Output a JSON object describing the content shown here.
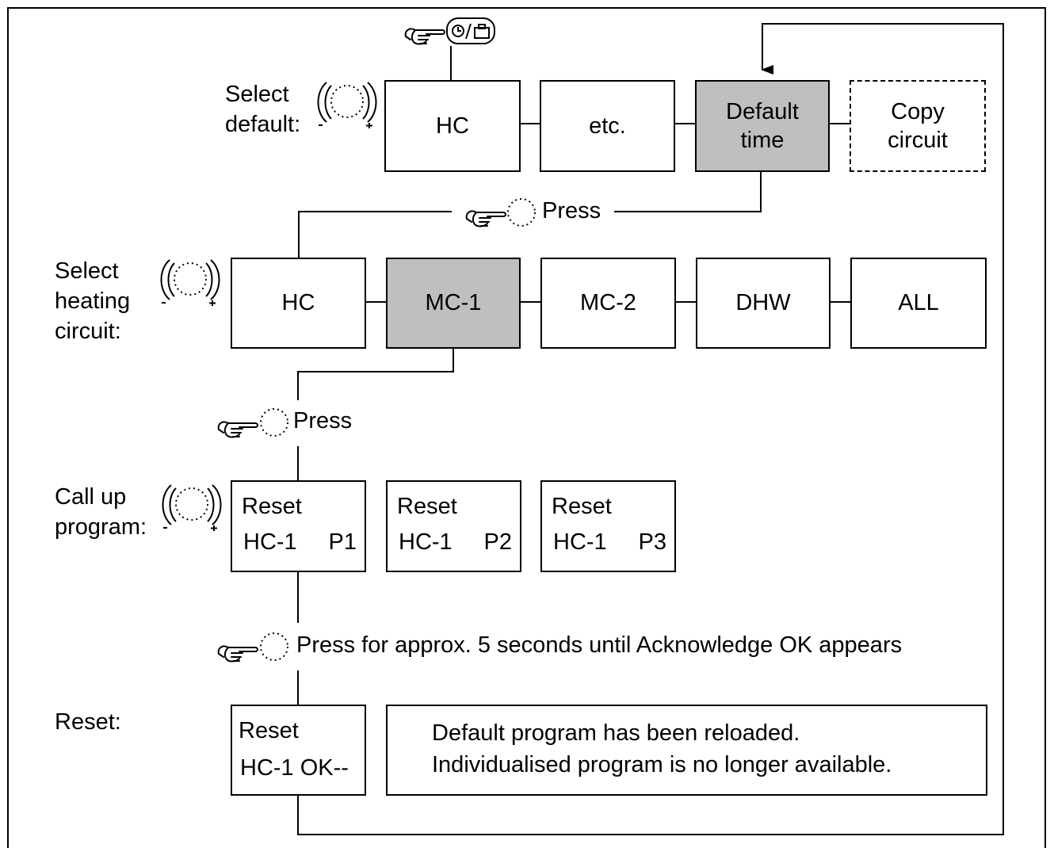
{
  "row1": {
    "label": "Select\ndefault:",
    "items": [
      "HC",
      "etc.",
      "Default\ntime",
      "Copy\ncircuit"
    ]
  },
  "press1": "Press",
  "row2": {
    "label": "Select\nheating\ncircuit:",
    "items": [
      "HC",
      "MC-1",
      "MC-2",
      "DHW",
      "ALL"
    ]
  },
  "press2": "Press",
  "row3": {
    "label": "Call up\nprogram:",
    "items": [
      {
        "line1": "Reset",
        "circuit": "HC-1",
        "program": "P1"
      },
      {
        "line1": "Reset",
        "circuit": "HC-1",
        "program": "P2"
      },
      {
        "line1": "Reset",
        "circuit": "HC-1",
        "program": "P3"
      }
    ]
  },
  "press3": "Press for approx. 5 seconds until Acknowledge OK appears",
  "row4": {
    "label": "Reset:",
    "box_line1": "Reset",
    "box_line2": "HC-1 OK--",
    "message_line1": "Default program has been reloaded.",
    "message_line2": "Individualised program is no longer available."
  },
  "colors": {
    "selected": "#bfbfbf",
    "line": "#000000"
  },
  "icons": [
    "finger-press-icon",
    "clock-suitcase-key-icon",
    "rotary-knob-icon",
    "push-knob-icon",
    "arrow-down-icon"
  ]
}
